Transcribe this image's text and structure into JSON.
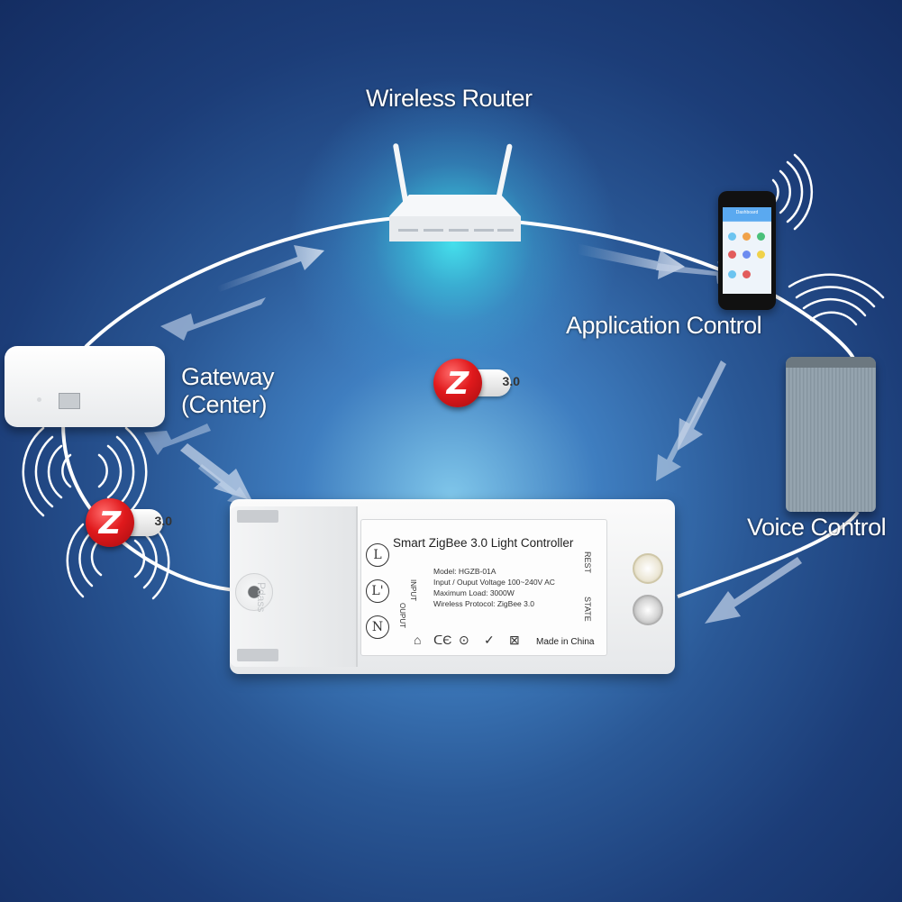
{
  "labels": {
    "wireless_router": "Wireless Router",
    "application_control": "Application Control",
    "gateway_line1": "Gateway",
    "gateway_line2": "(Center)",
    "voice_control": "Voice Control"
  },
  "zigbee_badges": [
    {
      "letter": "Z",
      "version": "3.0"
    },
    {
      "letter": "Z",
      "version": "3.0"
    }
  ],
  "controller": {
    "title": "Smart ZigBee 3.0 Light Controller",
    "model": "Model: HGZB-01A",
    "voltage": "Input / Ouput Voltage 100~240V AC",
    "max_load": "Maximum Load: 3000W",
    "protocol": "Wireless Protocol: ZigBee 3.0",
    "terminals": [
      "L",
      "L'",
      "N"
    ],
    "input_label": "INPUT",
    "output_label": "OUPUT",
    "reset_label": "REST",
    "state_label": "STATE",
    "made_in": "Made in China",
    "side_mark": "Pdass"
  },
  "phone": {
    "screen_title": "Dashboard"
  },
  "colors": {
    "background_center": "#7fc6ea",
    "background_edge": "#142d62",
    "zigbee_red": "#e0191c",
    "router_glow": "#46e6f0",
    "arrow": "#dfe8f5"
  },
  "icons": [
    "wifi-waves-icon",
    "zigbee-logo-icon",
    "double-arrow-icon",
    "ce-mark-icon",
    "house-icon"
  ]
}
